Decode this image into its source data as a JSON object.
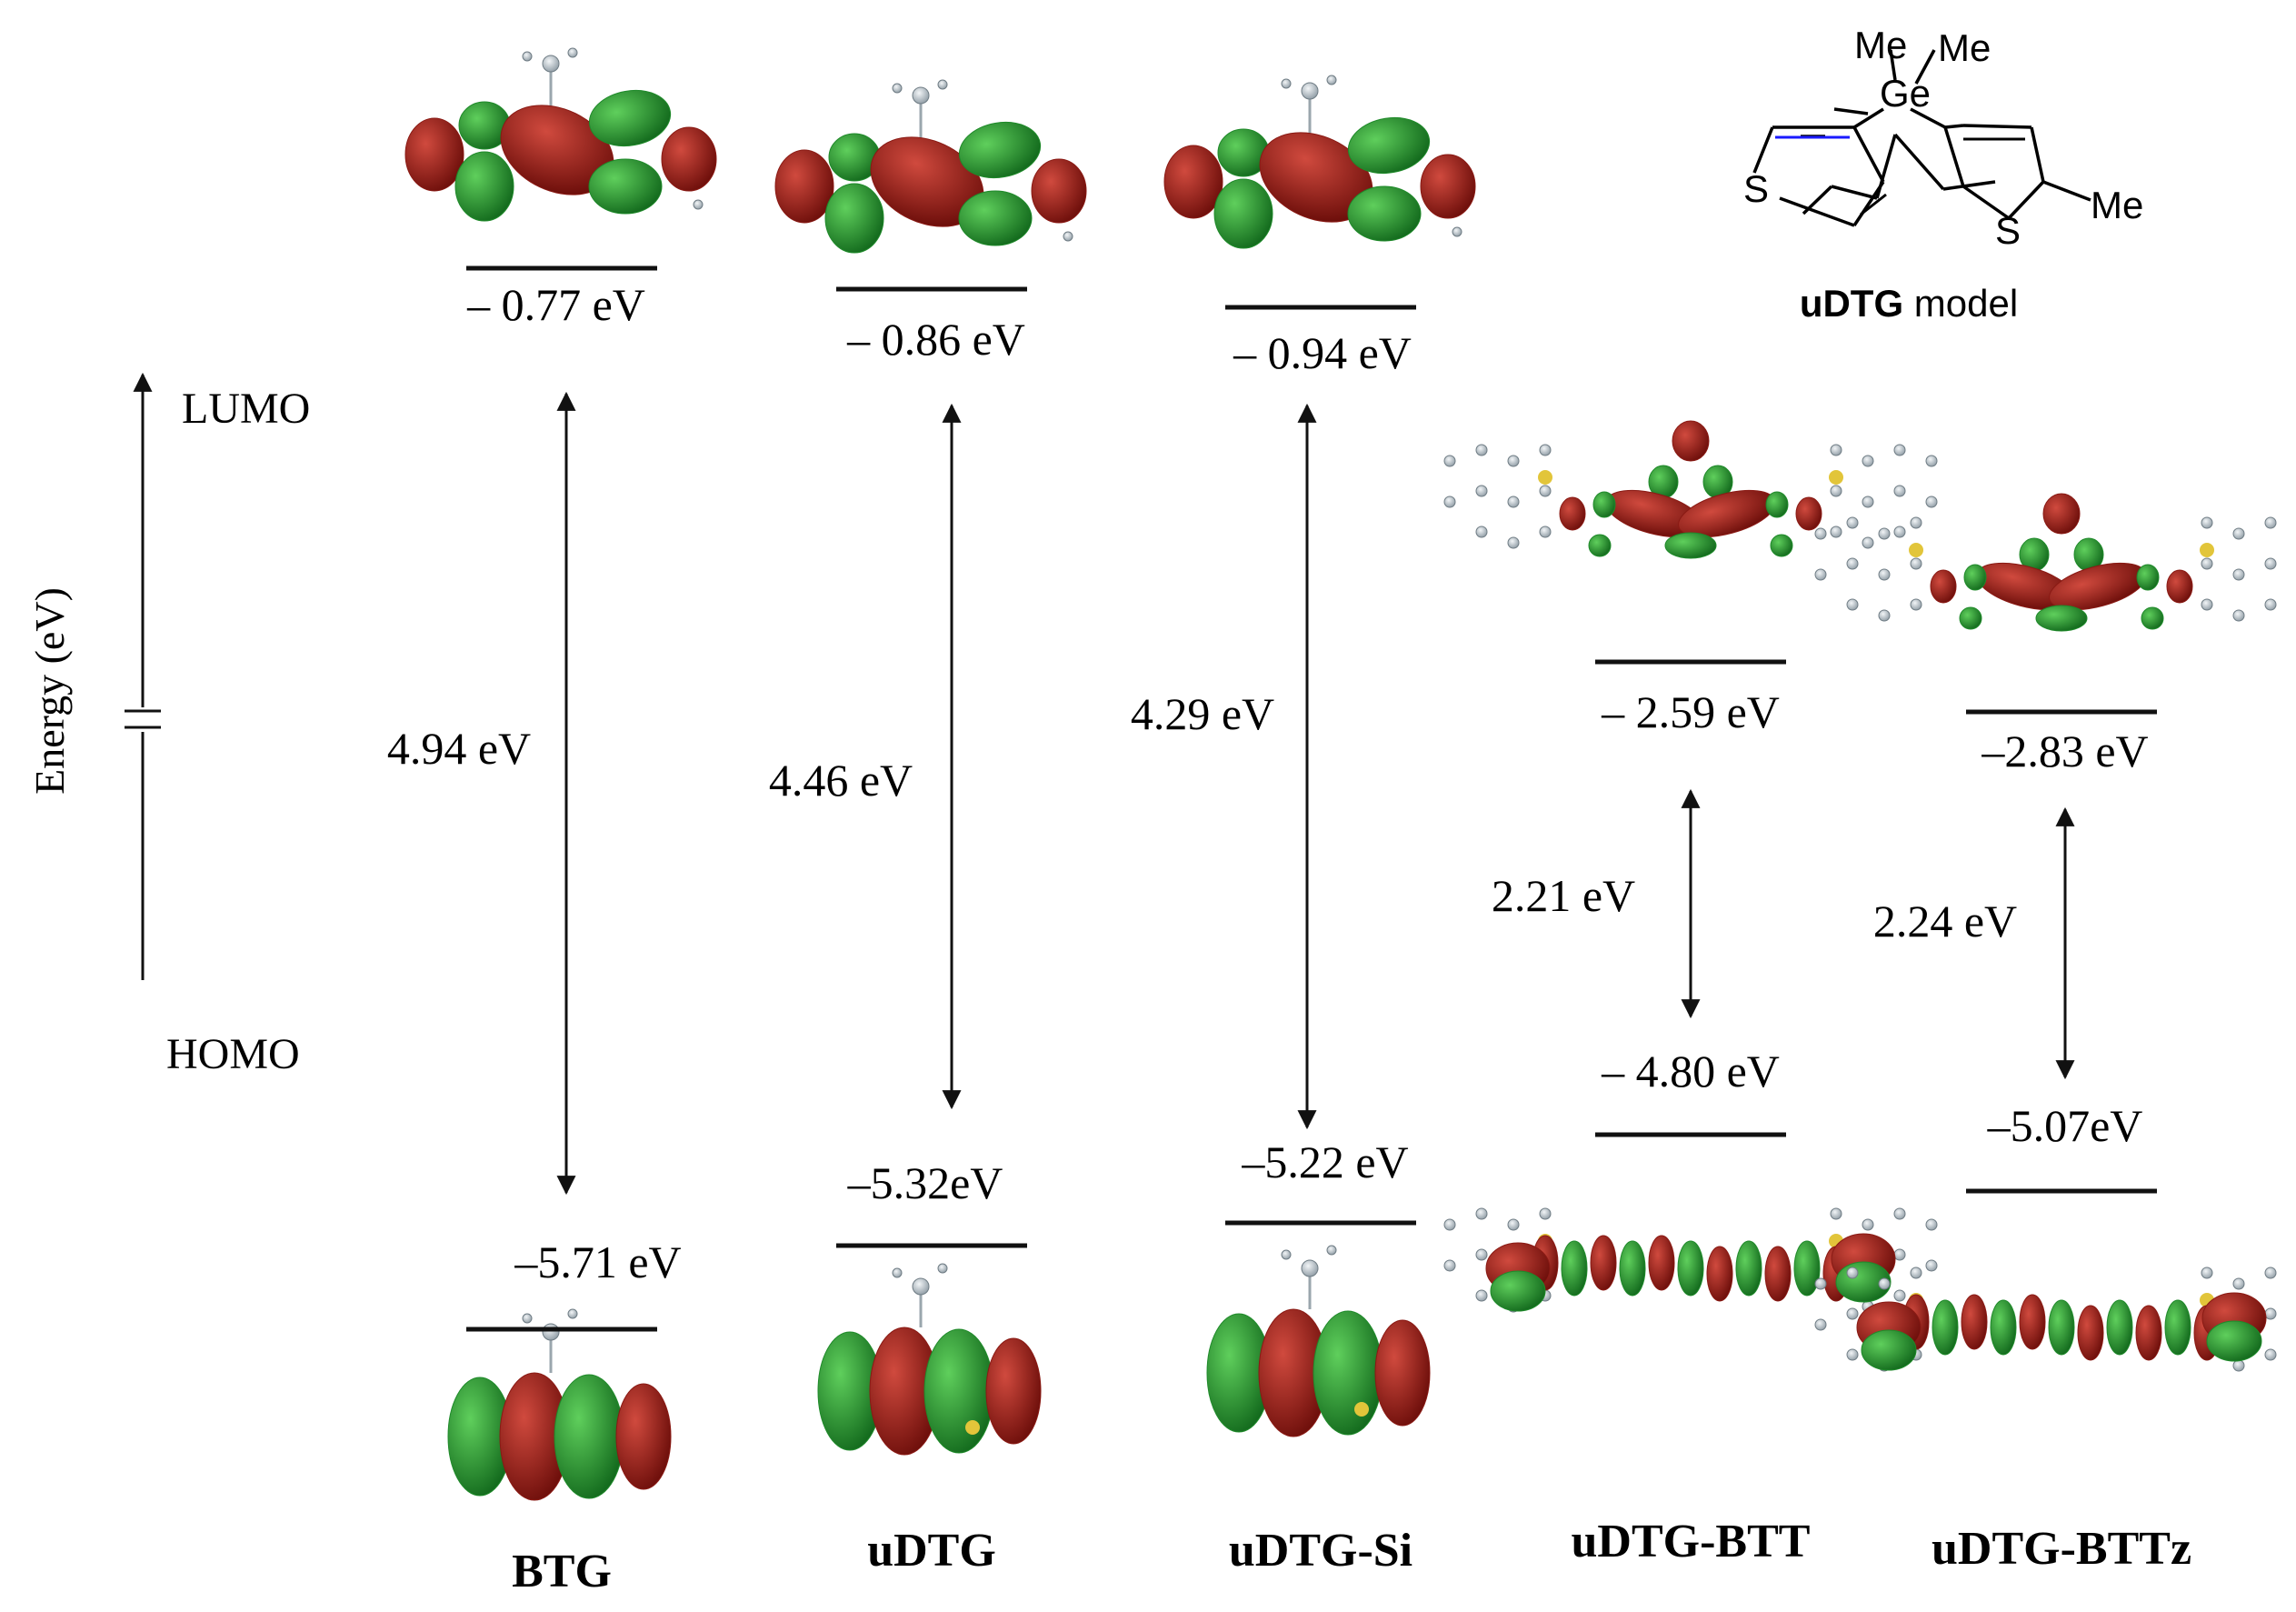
{
  "axis": {
    "label": "Energy (eV)",
    "top_label": "LUMO",
    "bottom_label": "HOMO"
  },
  "molecules": [
    {
      "id": "btg",
      "name": "BTG",
      "lumo": "– 0.77 eV",
      "homo": "–5.71 eV",
      "gap": "4.94 eV",
      "lumo_ev": -0.77,
      "homo_ev": -5.71,
      "gap_ev": 4.94
    },
    {
      "id": "udtg",
      "name": "uDTG",
      "lumo": "– 0.86 eV",
      "homo": "–5.32eV",
      "gap": "4.46 eV",
      "lumo_ev": -0.86,
      "homo_ev": -5.32,
      "gap_ev": 4.46
    },
    {
      "id": "udtg-si",
      "name": "uDTG-Si",
      "lumo": "– 0.94 eV",
      "homo": "–5.22 eV",
      "gap": "4.29 eV",
      "lumo_ev": -0.94,
      "homo_ev": -5.22,
      "gap_ev": 4.29
    },
    {
      "id": "udtg-btt",
      "name": "uDTG-BTT",
      "lumo": "– 2.59 eV",
      "homo": "– 4.80 eV",
      "gap": "2.21 eV",
      "lumo_ev": -2.59,
      "homo_ev": -4.8,
      "gap_ev": 2.21
    },
    {
      "id": "udtg-bttz",
      "name": "uDTG-BTTz",
      "lumo": "–2.83 eV",
      "homo": "–5.07eV",
      "gap": "2.24 eV",
      "lumo_ev": -2.83,
      "homo_ev": -5.07,
      "gap_ev": 2.24
    }
  ],
  "structure": {
    "caption_bold": "uDTG",
    "caption_rest": " model",
    "atoms": {
      "me1": "Me",
      "me2": "Me",
      "ge": "Ge",
      "s1": "S",
      "s2": "S",
      "me3": "Me"
    }
  },
  "colors": {
    "orbital_red": "#8a1a14",
    "orbital_green": "#1f8a2a",
    "bond_blue": "#1a1aff",
    "line": "#111111"
  }
}
